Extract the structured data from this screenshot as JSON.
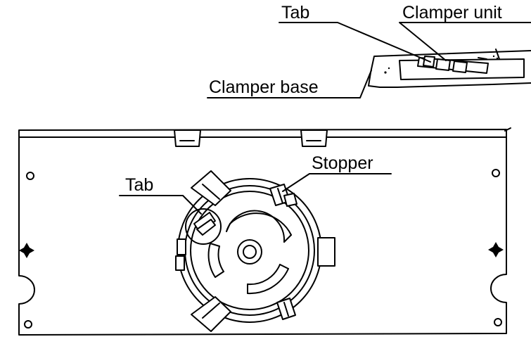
{
  "labels": {
    "top_tab": "Tab",
    "clamper_unit": "Clamper unit",
    "clamper_base": "Clamper base",
    "stopper": "Stopper",
    "bottom_tab": "Tab"
  }
}
